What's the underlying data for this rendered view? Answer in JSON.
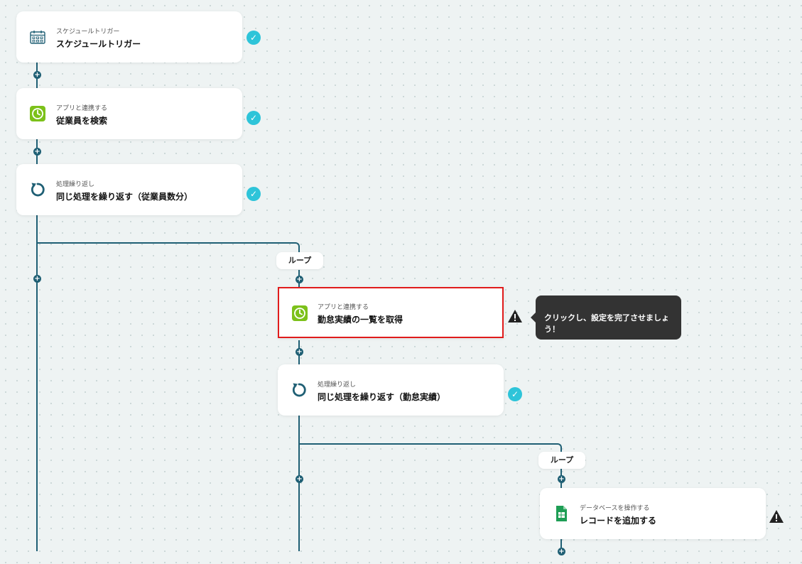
{
  "flow": {
    "step1": {
      "subtitle": "スケジュールトリガー",
      "title": "スケジュールトリガー",
      "icon": "calendar-icon"
    },
    "step2": {
      "subtitle": "アプリと連携する",
      "title": "従業員を検索",
      "icon": "clock-app-icon"
    },
    "step3": {
      "subtitle": "処理繰り返し",
      "title": "同じ処理を繰り返す（従業員数分）",
      "icon": "loop-icon"
    },
    "loop1": {
      "label": "ループ"
    },
    "step4": {
      "subtitle": "アプリと連携する",
      "title": "勤怠実績の一覧を取得",
      "icon": "clock-app-icon"
    },
    "step5": {
      "subtitle": "処理繰り返し",
      "title": "同じ処理を繰り返す（勤怠実績）",
      "icon": "loop-icon"
    },
    "loop2": {
      "label": "ループ"
    },
    "step6": {
      "subtitle": "データベースを操作する",
      "title": "レコードを追加する",
      "icon": "spreadsheet-icon"
    }
  },
  "tooltip": {
    "text": "クリックし、設定を完了させましょう！"
  },
  "colors": {
    "line": "#1f5f74",
    "check": "#2ec4d9",
    "highlight": "#e01b1b",
    "tooltip_bg": "#333333",
    "app_green": "#7cc11a",
    "sheet_green": "#1e9e55"
  }
}
